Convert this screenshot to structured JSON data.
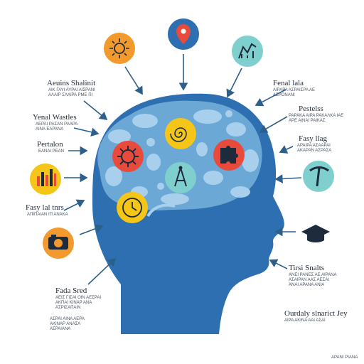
{
  "colors": {
    "head": "#2d6fb0",
    "brain": "#6ba8d6",
    "brain_light": "#a8d0ec",
    "arrow": "#2c5f8a",
    "orange": "#f39a2e",
    "red": "#e84a3c",
    "teal": "#7fcfcf",
    "yellow": "#f5c518",
    "text": "#1e2b3c"
  },
  "icons": {
    "sun": "sun-icon",
    "location": "location-pin-icon",
    "chart": "trend-chart-icon",
    "bar_chart": "bar-chart-icon",
    "camera": "camera-icon",
    "molecule": "molecule-icon",
    "tool": "pickaxe-icon",
    "hat": "graduation-cap-icon",
    "gear": "gear-icon",
    "puzzle": "puzzle-icon",
    "spiral": "spiral-icon",
    "compass": "compass-icon",
    "clock": "clock-icon"
  },
  "labels": {
    "l1": {
      "title": "Aeuins Shalinit",
      "line1": "ΑΙΚ ΓΑΥΙ ΑΥΡΑΙ ΑΙΣΡΑΝΙ",
      "line2": "ΑΛΑΙΡ ΣΛΑΙΡΑ ΡΜΕ ΠΙ"
    },
    "l2": {
      "title": "Yenal Wastles",
      "line1": "ΑΕΡΑΙ ΡΑΣΑΝ ΡΑΑΡΑ",
      "line2": "ΑΙΝΑ ΕΑΡΑΝΑ"
    },
    "l3": {
      "title": "Pertalon",
      "line1": "ΕΑΝΑΙ ΡΕΑΝ"
    },
    "l4": {
      "title": "Fasy lal tnrs",
      "line1": "ΑΠΙΠΑΙΑΝ ΙΠ ΑΝΑΚΑ"
    },
    "l5": {
      "title": "Fada Sred",
      "line1": "ΑΕΙΣ ΓΙΣΑΙ ΟΙΝ ΑΕΣΡΑΙ",
      "line2": "ΑΚΠΑΙ ΚΙΝΑΡ ΑΝΑ",
      "line3": "ΑΣΡΙΣΑΠΑΙΝ"
    },
    "l6": {
      "title": "Fenal lala",
      "line1": "ΑΙΡΑΡΑ ΑΣΡΑΙΣΡΑ ΑΕ",
      "line2": "ΑΣΡΟΝΑΝΙ"
    },
    "l7": {
      "title": "Pestelss",
      "line1": "ΡΑΡΑΚΑ ΑΙΡΑ ΡΑΚΑΛΚΑ ΙΑΕ",
      "line2": "ΑΡΕ ΑΙΝΑΙ ΡΑΙΚΑΣ"
    },
    "l8": {
      "title": "Fasy llag",
      "line1": "ΑΡΑΙΡΑ ΑΣΑΑΡΑΙ",
      "line2": "ΑΚΑΡΑΝ ΑΣΡΑΣΑ"
    },
    "l9": {
      "title": "Tirsi Snalts",
      "line1": "ΑΝΕΙ ΡΑΝΕΣ ΑΕ ΑΙΡΑΝΑ",
      "line2": "ΑΣΑΙΡΑΝ ΑΑΣ ΑΕΣΑΙ",
      "line3": "ΑΝΑΙ ΑΡΑΝΑ ΑΝΙΑ"
    },
    "l10": {
      "title": "Ourdaly slnarict Jey",
      "line1": "ΑΙΡΑ ΑΚΙΝΑ ΑΑΙ ΑΣΑΙ"
    },
    "l11": {
      "line1": "ΑΣΡΑΙ ΑΙΝΑ ΑΕΡΑ",
      "line2": "ΑΚΙΝΑΡ ΑΝΑΣΑ",
      "line3": "ΑΣΡΑΙΑΝΑ"
    },
    "credit": "ΑΡΑΝΙ ΡΙΑΝΑ"
  }
}
